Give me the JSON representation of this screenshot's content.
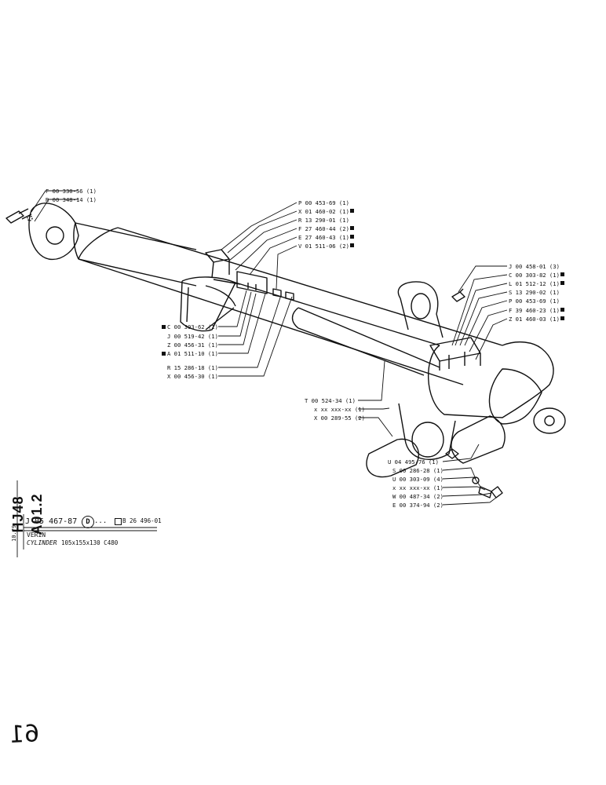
{
  "side_code": "HJ48 A01.2",
  "title_block": {
    "part_number": "J 05 467-87",
    "variant_symbol": "D",
    "variant_suffix": "...",
    "ref_number": "B 26 496-01",
    "date_code": "10.79",
    "name_fr": "VERIN",
    "name_en": "CYLINDER",
    "spec": "105x155x130 C480"
  },
  "labels_left_top": [
    {
      "text": "F 00 330-56 (1)"
    },
    {
      "text": "R 00 348-14 (1)"
    }
  ],
  "labels_center": [
    {
      "text": "P 00 453-69 (1)",
      "mark": false
    },
    {
      "text": "X 01 460-02 (1)",
      "mark": true
    },
    {
      "text": "R 13 290-01 (1)",
      "mark": false
    },
    {
      "text": "F 27 460-44 (2)",
      "mark": true
    },
    {
      "text": "E 27 460-43 (1)",
      "mark": true
    },
    {
      "text": "V 01 511-06 (2)",
      "mark": true
    }
  ],
  "labels_left_mid": [
    {
      "text": "C 00 303-62 (1)",
      "mark": true
    },
    {
      "text": "J 00 519-42 (1)",
      "mark": false
    },
    {
      "text": "Z 00 456-31 (1)",
      "mark": false
    },
    {
      "text": "A 01 511-10 (1)",
      "mark": true
    },
    {
      "text": "R 15 286-18 (1)",
      "mark": false
    },
    {
      "text": "X 00 456-30 (1)",
      "mark": false
    }
  ],
  "labels_right": [
    {
      "text": "J 00 458-01 (3)",
      "mark": false
    },
    {
      "text": "C 00 303-82 (1)",
      "mark": true
    },
    {
      "text": "L 01 512-12 (1)",
      "mark": true
    },
    {
      "text": "S 13 290-02 (1)",
      "mark": false
    },
    {
      "text": "P 00 453-69 (1)",
      "mark": false
    },
    {
      "text": "F 39 460-23 (1)",
      "mark": true
    },
    {
      "text": "Z 01 460-03 (1)",
      "mark": true
    }
  ],
  "labels_bottom_center": [
    {
      "text": "T 00 524-34 (1)"
    },
    {
      "text": "x xx xxx-xx (1)"
    },
    {
      "text": "X 00 289-55 (2)"
    }
  ],
  "labels_bottom_right": [
    {
      "text": "U 04 495-76 (1)"
    },
    {
      "text": "S 00 286-28 (1)"
    },
    {
      "text": "U 00 303-09 (4)"
    },
    {
      "text": "x xx xxx-xx (1)"
    },
    {
      "text": "W 00 487-34 (2)"
    },
    {
      "text": "E 00 374-94 (2)"
    }
  ],
  "page_number": "61"
}
